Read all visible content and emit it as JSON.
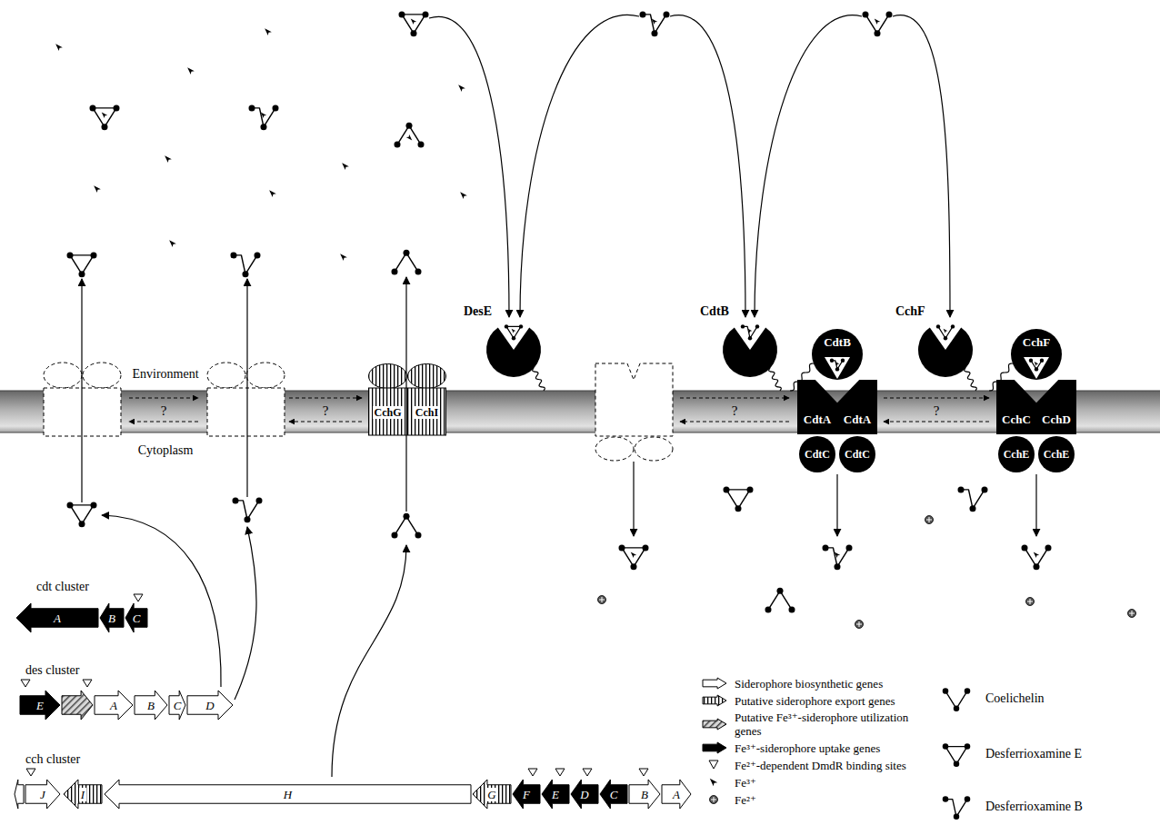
{
  "diagram": {
    "nodes": [
      {
        "text": [
          "DesE"
        ]
      },
      {
        "text": [
          "CchG"
        ]
      },
      {
        "text": [
          "CchI"
        ]
      },
      {
        "text": [
          "CdtB"
        ]
      },
      {
        "text": [
          "CdtB"
        ]
      },
      {
        "text": [
          "CdtA"
        ]
      },
      {
        "text": [
          "CdtA"
        ]
      },
      {
        "text": [
          "CdtC"
        ]
      },
      {
        "text": [
          "CdtC"
        ]
      },
      {
        "text": [
          "CchF"
        ]
      },
      {
        "text": [
          "CchF"
        ]
      },
      {
        "text": [
          "CchC"
        ]
      },
      {
        "text": [
          "CchD"
        ]
      },
      {
        "text": [
          "CchE"
        ]
      },
      {
        "text": [
          "CchE"
        ]
      },
      {
        "text": [
          "A"
        ]
      },
      {
        "text": [
          "B"
        ]
      },
      {
        "text": [
          "C"
        ]
      },
      {
        "text": [
          "E"
        ]
      },
      {
        "text": [
          "A"
        ]
      },
      {
        "text": [
          "B"
        ]
      },
      {
        "text": [
          "C"
        ]
      },
      {
        "text": [
          "D"
        ]
      },
      {
        "text": [
          "J"
        ]
      },
      {
        "text": [
          "I"
        ]
      },
      {
        "text": [
          "H"
        ]
      },
      {
        "text": [
          "G"
        ]
      },
      {
        "text": [
          "F"
        ]
      },
      {
        "text": [
          "E"
        ]
      },
      {
        "text": [
          "D"
        ]
      },
      {
        "text": [
          "C"
        ]
      },
      {
        "text": [
          "B"
        ]
      },
      {
        "text": [
          "A"
        ]
      }
    ],
    "labels": [
      "Environment",
      "Cytoplasm",
      "?",
      "?",
      "?",
      "?",
      "cdt cluster",
      "des cluster",
      "cch cluster"
    ],
    "legend": [
      {
        "text": "Siderophore biosynthetic genes"
      },
      {
        "text": "Putative siderophore export genes"
      },
      {
        "text": "Putative Fe³⁺-siderophore utilization genes"
      },
      {
        "text": "Fe³⁺-siderophore uptake genes"
      },
      {
        "text": "Fe²⁺-dependent DmdR binding sites"
      },
      {
        "text": "Fe³⁺"
      },
      {
        "text": "Fe²⁺"
      },
      {
        "text": "Coelichelin"
      },
      {
        "text": "Desferrioxamine E"
      },
      {
        "text": "Desferrioxamine B"
      }
    ]
  }
}
